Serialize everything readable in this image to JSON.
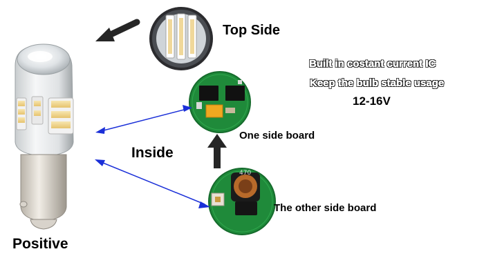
{
  "labels": {
    "top_side": "Top Side",
    "inside": "Inside",
    "positive": "Positive",
    "one_side_board": "One side board",
    "other_side_board": "The other side board"
  },
  "specs": {
    "line1": "Built in costant current IC",
    "line2": "Keep the bulb stable usage",
    "voltage": "12-16V"
  },
  "board_markings": {
    "inductor_code": "470"
  },
  "colors": {
    "arrow_blue": "#1a2fd8",
    "arrow_dark": "#262626",
    "pcb_green": "#1f8a3a",
    "led_yellow": "#f2d488"
  }
}
